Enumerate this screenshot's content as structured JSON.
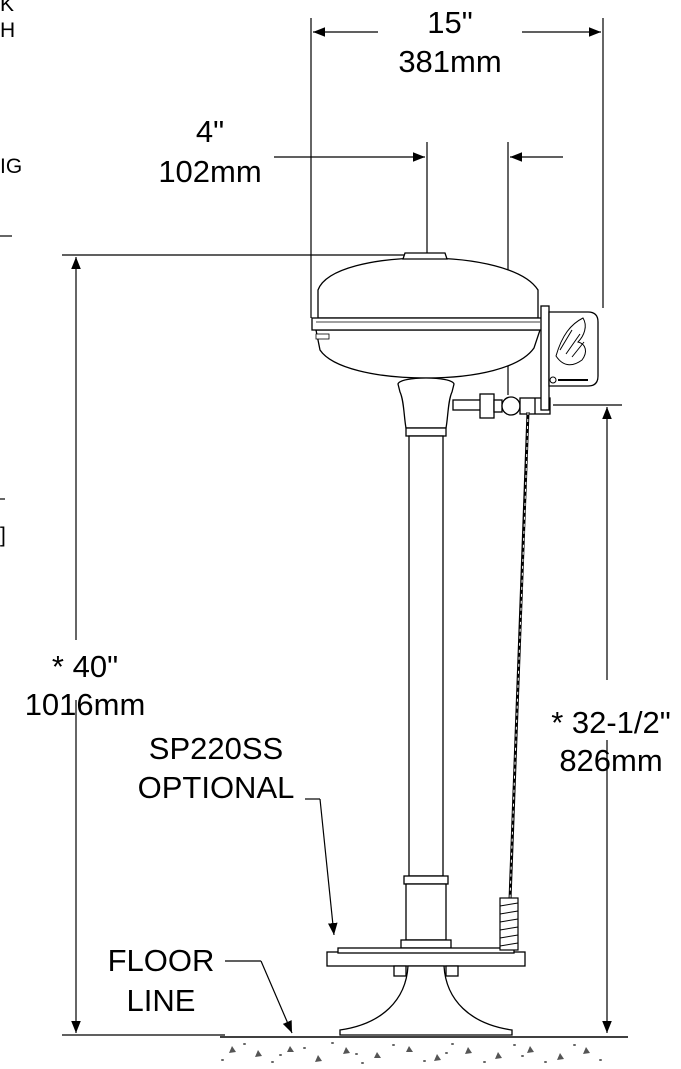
{
  "clipped_left_fragments": [
    "K",
    "H",
    "IG",
    "]"
  ],
  "dimensions": {
    "overall_width": {
      "inches": "15\"",
      "mm": "381mm"
    },
    "offset": {
      "inches": "4\"",
      "mm": "102mm"
    },
    "height": {
      "inches": "* 40\"",
      "mm": "1016mm"
    },
    "pull_height": {
      "inches": "* 32-1/2\"",
      "mm": "826mm"
    }
  },
  "callouts": {
    "optional_part": {
      "line1": "SP220SS",
      "line2": "OPTIONAL"
    },
    "floor": {
      "line1": "FLOOR",
      "line2": "LINE"
    }
  }
}
